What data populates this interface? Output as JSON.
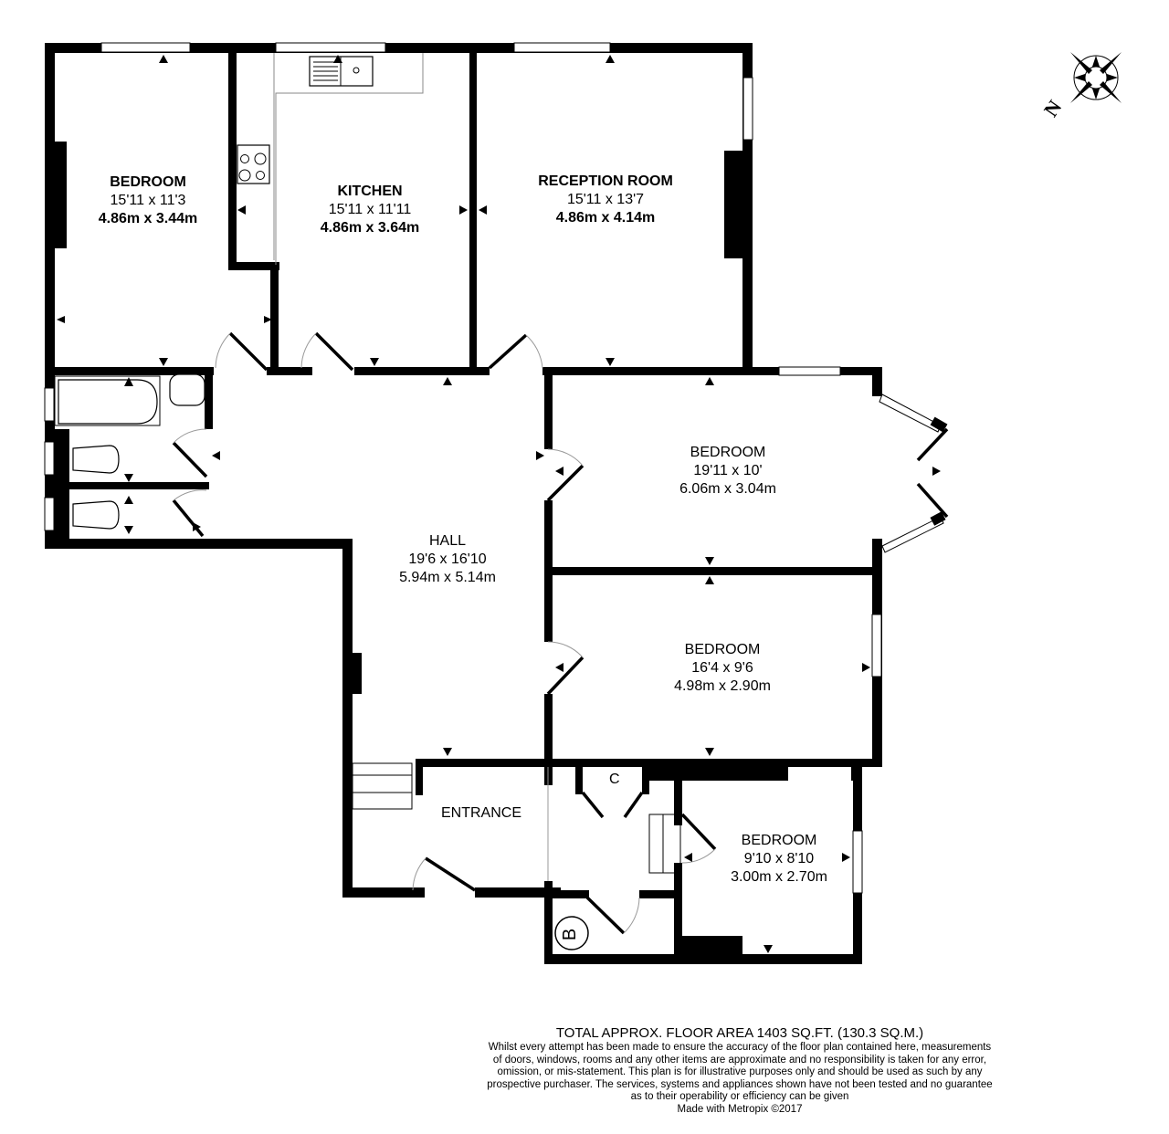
{
  "plan": {
    "rooms": [
      {
        "name": "BEDROOM",
        "imperial": "15'11 x 11'3",
        "metric": "4.86m x 3.44m"
      },
      {
        "name": "KITCHEN",
        "imperial": "15'11 x 11'11",
        "metric": "4.86m x 3.64m"
      },
      {
        "name": "RECEPTION ROOM",
        "imperial": "15'11 x 13'7",
        "metric": "4.86m x 4.14m"
      },
      {
        "name": "BEDROOM",
        "imperial": "19'11 x 10'",
        "metric": "6.06m x 3.04m"
      },
      {
        "name": "HALL",
        "imperial": "19'6 x 16'10",
        "metric": "5.94m x 5.14m"
      },
      {
        "name": "BEDROOM",
        "imperial": "16'4 x 9'6",
        "metric": "4.98m x 2.90m"
      },
      {
        "name": "ENTRANCE"
      },
      {
        "name": "BEDROOM",
        "imperial": "9'10 x 8'10",
        "metric": "3.00m x 2.70m"
      }
    ],
    "cupboard_label": "C",
    "boiler_label": "B",
    "compass_label": "N"
  },
  "footer": {
    "total_area": "TOTAL APPROX. FLOOR AREA 1403 SQ.FT. (130.3 SQ.M.)",
    "disclaimer": [
      "Whilst every attempt has been made to ensure the accuracy of the floor plan contained here, measurements",
      "of doors, windows, rooms and any other items are approximate and no responsibility is taken for any error,",
      "omission, or mis-statement. This plan is for illustrative purposes only and should be used as such by any",
      "prospective purchaser. The services, systems and appliances shown have not been tested and no guarantee",
      "as to their operability or efficiency can be given"
    ],
    "credit": "Made with Metropix ©2017"
  }
}
